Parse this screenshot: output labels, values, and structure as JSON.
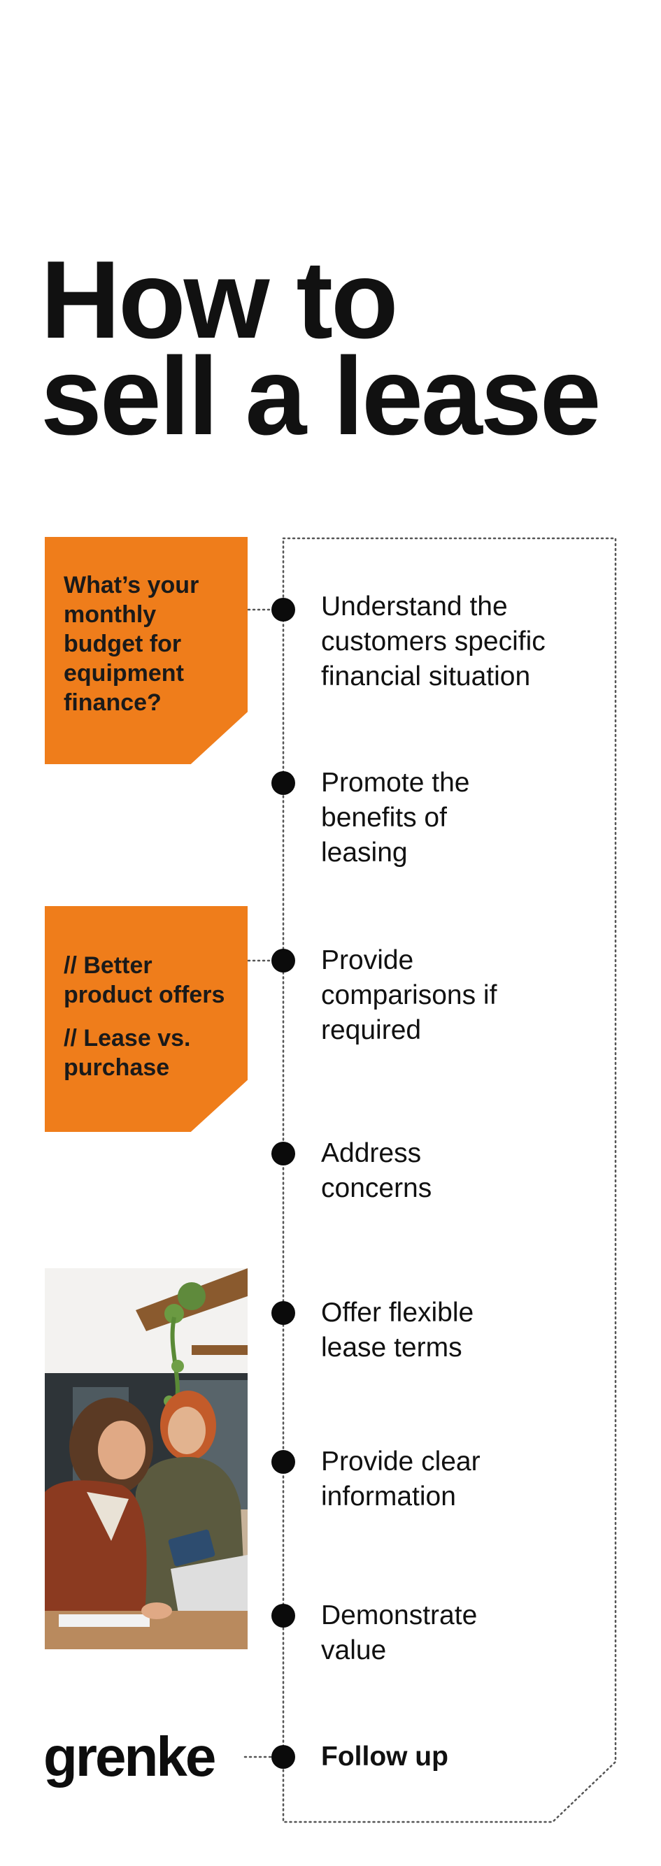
{
  "title": {
    "line1": "How to",
    "line2": "sell a lease"
  },
  "cards": [
    {
      "lines": [
        "What’s your monthly budget for equipment finance?"
      ]
    },
    {
      "lines": [
        "// Better product offers",
        "// Lease vs. purchase"
      ]
    }
  ],
  "steps": [
    {
      "label": "Understand the customers specific financial situation"
    },
    {
      "label": "Promote the benefits of leasing"
    },
    {
      "label": "Provide comparisons if required"
    },
    {
      "label": "Address concerns"
    },
    {
      "label": "Offer flexible lease terms"
    },
    {
      "label": "Provide clear information"
    },
    {
      "label": "Demonstrate value"
    },
    {
      "label": "Follow up"
    }
  ],
  "brand": {
    "logo_text": "grenke"
  },
  "colors": {
    "accent": "#ef7d1b",
    "text": "#111111",
    "background": "#ffffff"
  }
}
